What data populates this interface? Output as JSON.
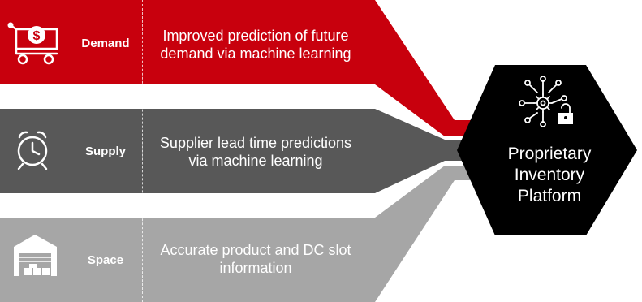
{
  "rows": [
    {
      "label": "Demand",
      "description": "Improved prediction of future demand via machine learning",
      "desc_lines": [
        "Improved prediction of future",
        "demand via machine learning"
      ],
      "color": "#c8000d",
      "icon": "dollar-cart-icon"
    },
    {
      "label": "Supply",
      "description": "Supplier lead time predictions via machine learning",
      "desc_lines": [
        "Supplier lead time predictions",
        "via machine learning"
      ],
      "color": "#585858",
      "icon": "alarm-clock-icon"
    },
    {
      "label": "Space",
      "description": "Accurate product and DC slot information",
      "desc_lines": [
        "Accurate product and DC slot",
        "information"
      ],
      "color": "#a6a6a6",
      "icon": "warehouse-icon"
    }
  ],
  "platform": {
    "lines": [
      "Proprietary",
      "Inventory",
      "Platform"
    ],
    "color": "#000000",
    "icon": "gear-network-lock-icon"
  }
}
